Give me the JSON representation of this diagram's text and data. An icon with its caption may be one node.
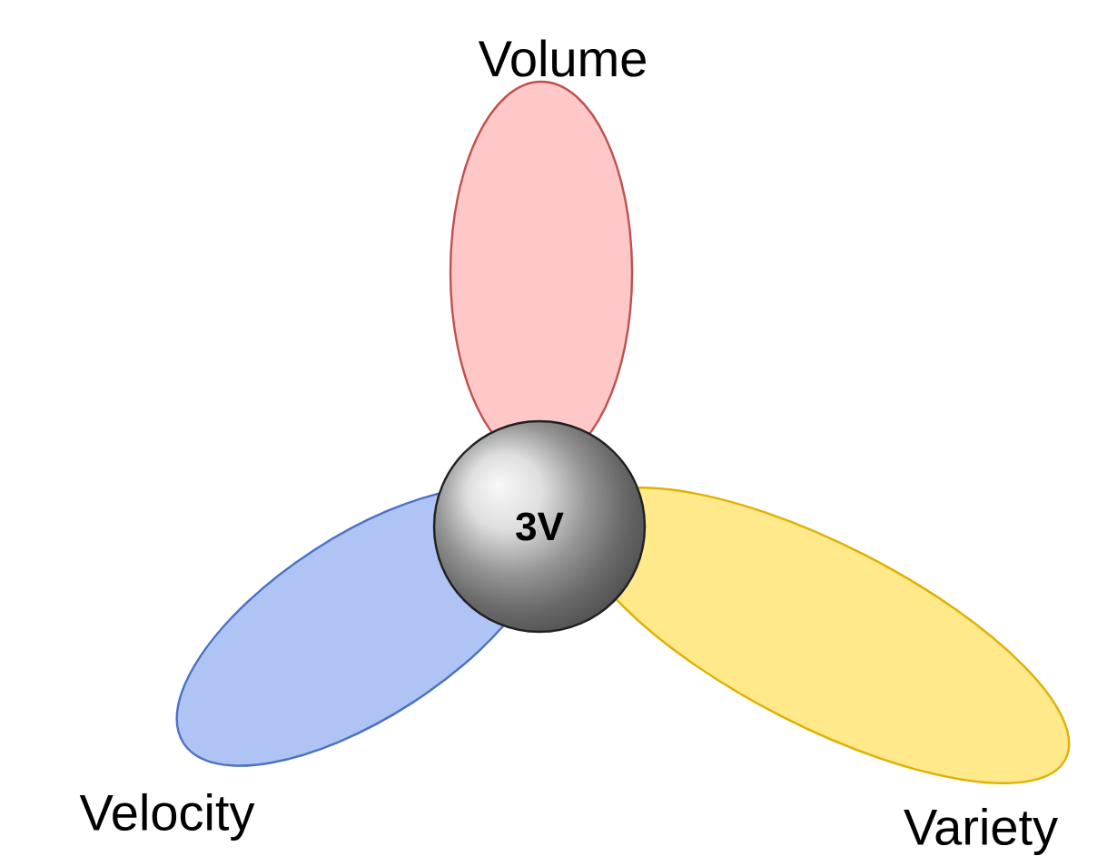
{
  "diagram": {
    "nodes": [
      {
        "text": [
          "Volume"
        ]
      },
      {
        "text": [
          "3V"
        ]
      },
      {
        "text": [
          "Velocity"
        ]
      },
      {
        "text": [
          "Variety"
        ]
      }
    ]
  }
}
